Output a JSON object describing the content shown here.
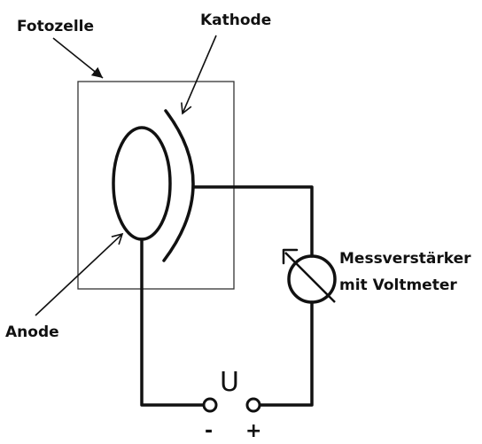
{
  "labels": {
    "fotozelle": "Fotozelle",
    "kathode": "Kathode",
    "anode": "Anode",
    "messverstaerker_line1": "Messverstärker",
    "messverstaerker_line2": "mit Voltmeter",
    "voltage": "U",
    "minus": "-",
    "plus": "+"
  },
  "icons": {
    "meter": "voltmeter-icon"
  },
  "colors": {
    "ink": "#111111",
    "box": "#333333",
    "background": "#ffffff"
  }
}
